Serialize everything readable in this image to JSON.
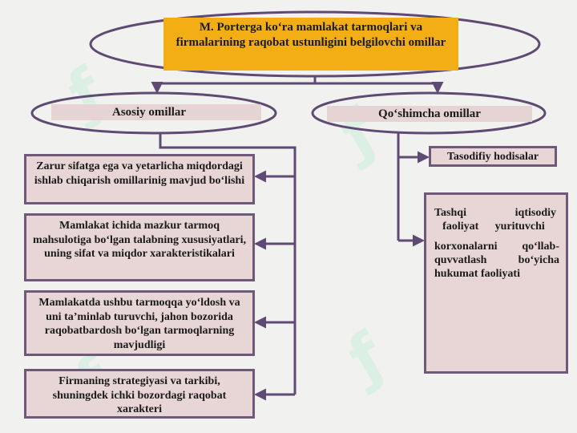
{
  "title": "M. Porterga ko‘ra mamlakat tarmoqlari va firmalarining  raqobat ustunligini belgilovchi omillar",
  "left_category": {
    "label": "Asosiy omillar",
    "items": [
      "Zarur sifatga ega va yetarlicha miqdordagi  ishlab chiqarish omillarinig mavjud bo‘lishi",
      "Mamlakat ichida mazkur tarmoq mahsulotiga  bo‘lgan talabning xususiyatlari, uning sifat va  miqdor xarakteristikalari",
      "Mamlakatda ushbu tarmoqqa yo‘ldosh va uni  ta’minlab turuvchi, jahon bozorida  raqobatbardosh bo‘lgan tarmoqlarning  mavjudligi",
      "Firmaning strategiyasi va tarkibi, shuningdek  ichki bozordagi raqobat xarakteri"
    ]
  },
  "right_category": {
    "label": "Qo‘shimcha omillar",
    "items": [
      "Tasodifiy hodisalar",
      {
        "w1": "Tashqi",
        "w2": "iqtisodiy",
        "w3": "faoliyat",
        "w4": "yurituvchi",
        "w5": "korxonalarni",
        "w6": "qo‘llab-",
        "w7": "quvvatlash",
        "w8": "bo‘yicha",
        "w9": "hukumat faoliyati"
      }
    ]
  },
  "colors": {
    "box_fill": "#e8d6d6",
    "box_border": "#6e5a78",
    "title_fill": "#f2ae14",
    "connector": "#5e4a72"
  }
}
